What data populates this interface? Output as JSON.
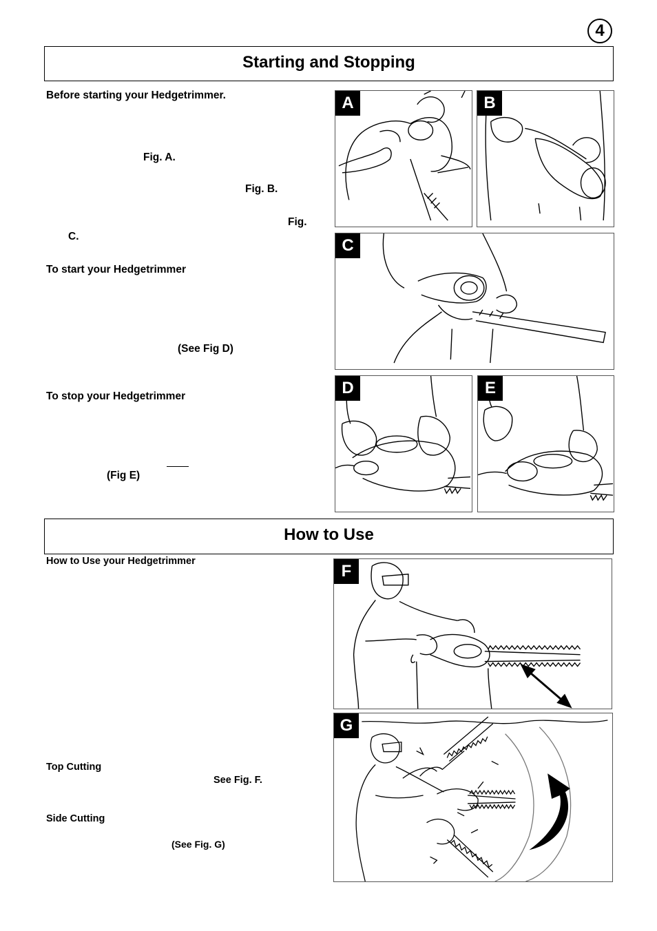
{
  "page_number": "4",
  "sections": {
    "starting": {
      "title": "Starting and Stopping",
      "before_heading": "Before starting your Hedgetrimmer.",
      "ref_fig_a": "Fig. A.",
      "ref_fig_b": "Fig. B.",
      "ref_fig_c_1": "Fig.",
      "ref_fig_c_2": "C.",
      "start_heading": "To start your Hedgetrimmer",
      "ref_fig_d": "(See Fig D)",
      "stop_heading": "To stop your Hedgetrimmer",
      "ref_fig_e": "(Fig E)"
    },
    "how_to_use": {
      "title": "How to Use",
      "use_heading": "How to Use your Hedgetrimmer",
      "top_heading": "Top Cutting",
      "ref_fig_f": "See Fig. F.",
      "side_heading": "Side Cutting",
      "ref_fig_g": "(See Fig. G)"
    }
  },
  "figures": {
    "a": "A",
    "b": "B",
    "c": "C",
    "d": "D",
    "e": "E",
    "f": "F",
    "g": "G"
  }
}
